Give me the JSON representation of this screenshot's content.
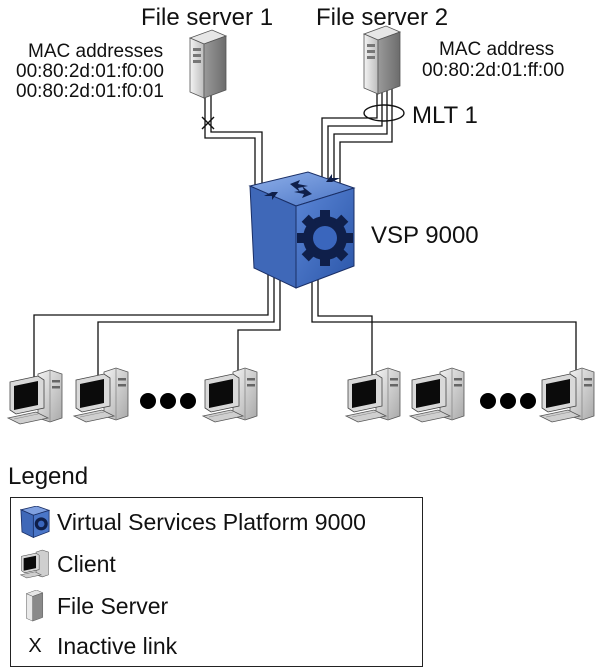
{
  "servers": [
    {
      "name": "File server 1",
      "mac_label": "MAC addresses",
      "macs": [
        "00:80:2d:01:f0:00",
        "00:80:2d:01:f0:01"
      ]
    },
    {
      "name": "File server 2",
      "mac_label": "MAC address",
      "macs": [
        "00:80:2d:01:ff:00"
      ]
    }
  ],
  "mlt_label": "MLT 1",
  "switch_label": "VSP 9000",
  "legend": {
    "title": "Legend",
    "items": [
      {
        "icon": "vsp-switch-icon",
        "label": "Virtual Services Platform 9000"
      },
      {
        "icon": "client-pc-icon",
        "label": "Client"
      },
      {
        "icon": "file-server-icon",
        "label": "File Server"
      },
      {
        "icon": "inactive-link-x-icon",
        "symbol": "X",
        "label": "Inactive link"
      }
    ]
  },
  "colors": {
    "switch_blue": "#2f5fb0",
    "switch_dark": "#1b3c80",
    "line": "#111111"
  }
}
